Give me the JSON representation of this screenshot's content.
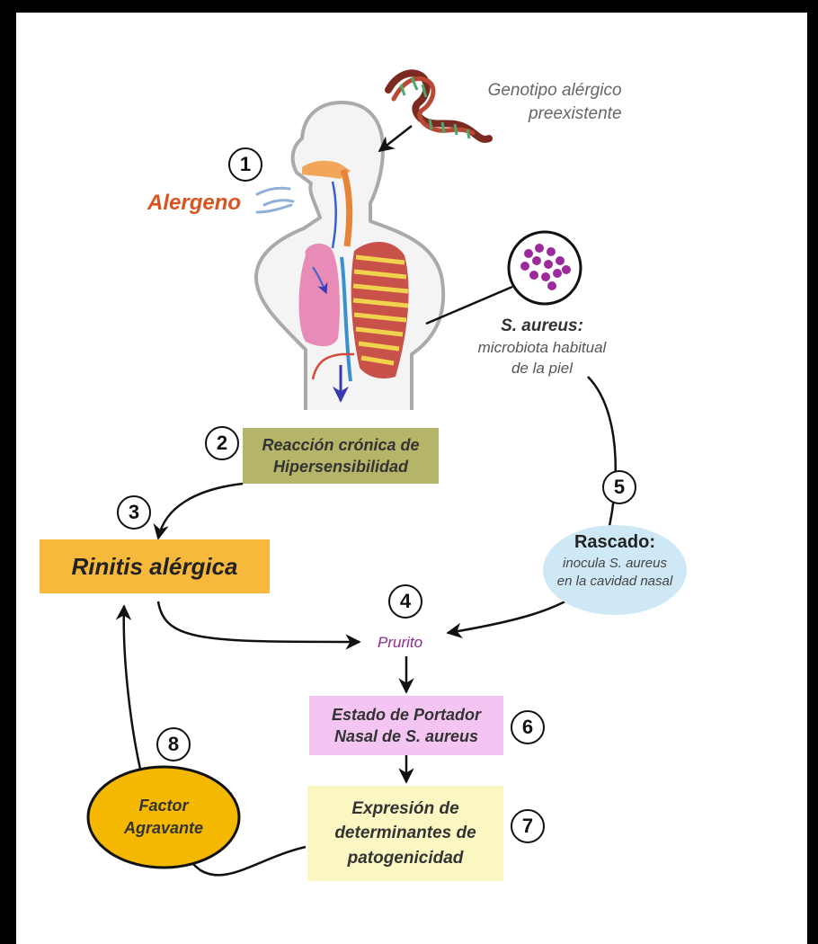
{
  "genotype": {
    "line1": "Genotipo alérgico",
    "line2": "preexistente"
  },
  "allergen": "Alergeno",
  "bacteria": {
    "name": "S. aureus:",
    "line2": "microbiota habitual",
    "line3": "de la piel"
  },
  "hypersensitivity": {
    "line1": "Reacción crónica de",
    "line2": "Hipersensibilidad"
  },
  "rhinitis": "Rinitis alérgica",
  "scratching": {
    "title": "Rascado:",
    "line2": "inocula S. aureus",
    "line3": "en la cavidad nasal"
  },
  "pruritus": "Prurito",
  "carrier": {
    "line1": "Estado de Portador",
    "line2": "Nasal de S. aureus"
  },
  "expression": {
    "line1": "Expresión de",
    "line2": "determinantes de",
    "line3": "patogenicidad"
  },
  "aggravating": {
    "line1": "Factor",
    "line2": "Agravante"
  },
  "steps": [
    "1",
    "2",
    "3",
    "4",
    "5",
    "6",
    "7",
    "8"
  ],
  "colors": {
    "allergen_text": "#d9531e",
    "hypersensitivity_box": "#b5b56a",
    "rhinitis_box": "#f6b93b",
    "scratching_ellipse": "#cfe8f6",
    "pruritus_text": "#8e2a8e",
    "carrier_box": "#f4c4f2",
    "expression_box": "#fbf7c2",
    "aggravating_ellipse": "#f5b800",
    "bacteria_dots": "#9c2a9c"
  }
}
